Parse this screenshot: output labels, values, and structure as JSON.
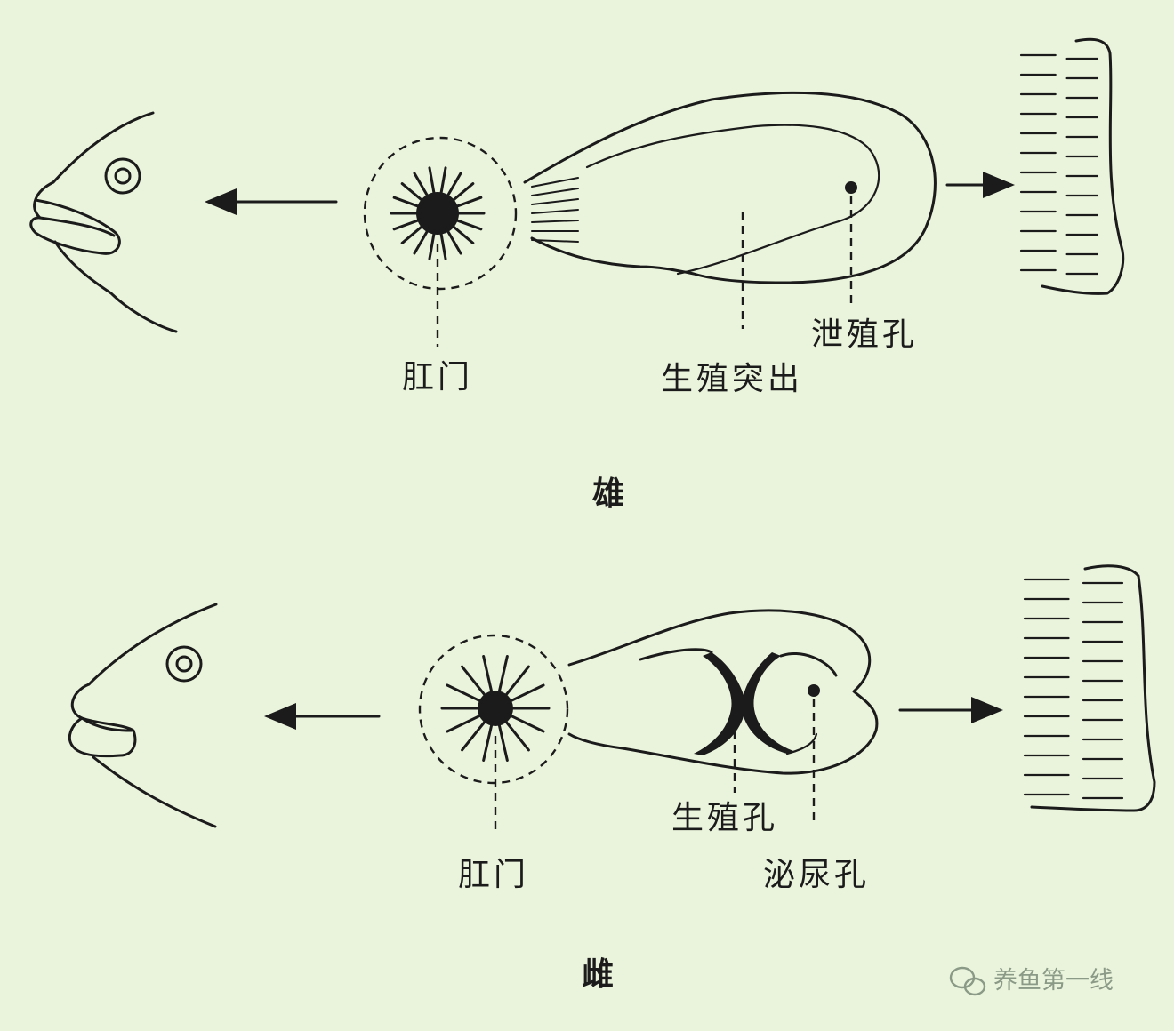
{
  "male": {
    "caption": "雄",
    "labels": {
      "anus": "肛门",
      "genital_papilla": "生殖突出",
      "urogenital_pore": "泄殖孔"
    }
  },
  "female": {
    "caption": "雌",
    "labels": {
      "anus": "肛门",
      "genital_pore": "生殖孔",
      "urinary_pore": "泌尿孔"
    }
  },
  "watermark": {
    "text": "养鱼第一线",
    "icon": "wechat-icon"
  },
  "colors": {
    "background": "#eaf4dc",
    "ink": "#1b1b1b"
  }
}
